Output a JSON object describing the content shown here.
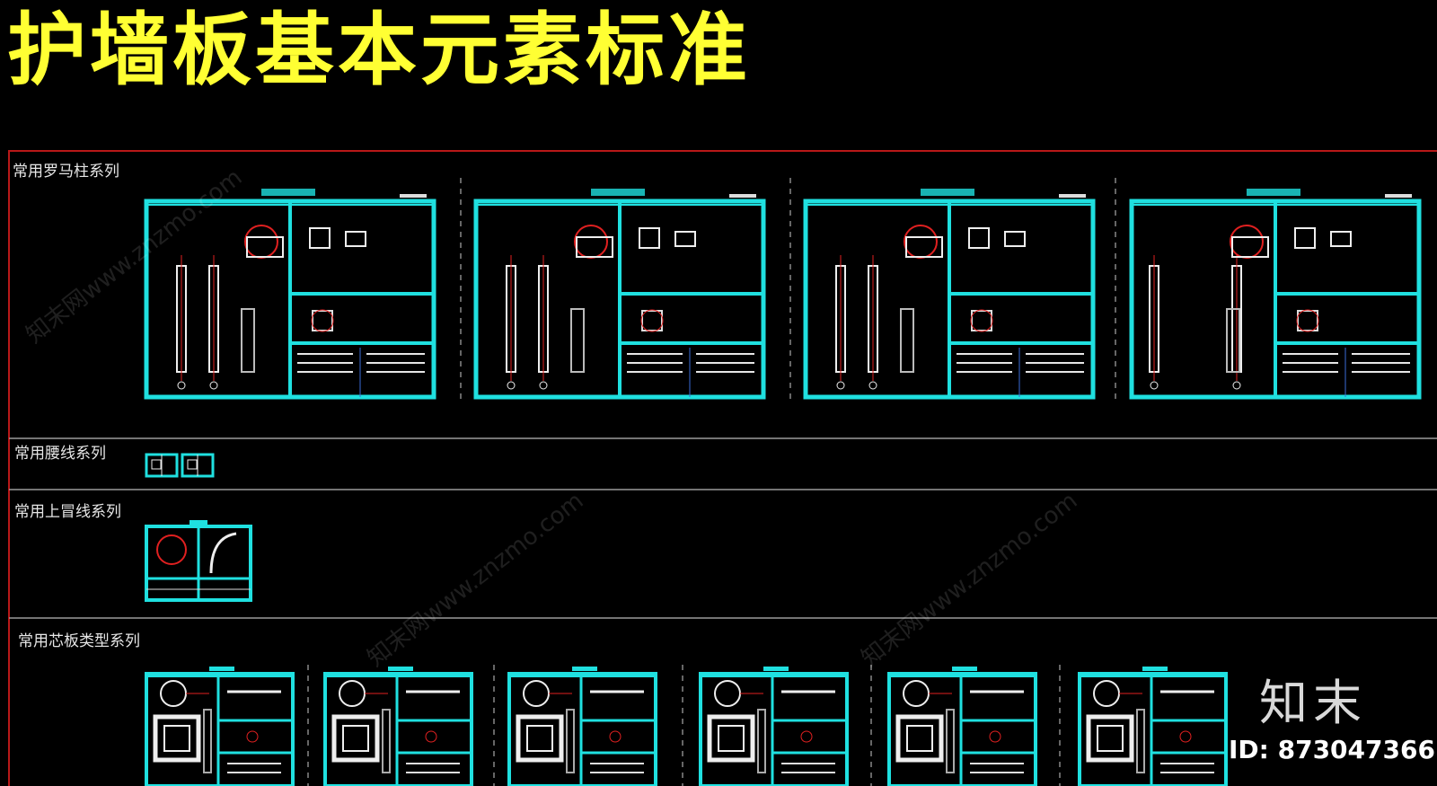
{
  "title": "护墙板基本元素标准",
  "sections": {
    "roman_columns": "常用罗马柱系列",
    "waist_lines": "常用腰线系列",
    "top_cap_lines": "常用上冒线系列",
    "core_panel_types": "常用芯板类型系列"
  },
  "watermark": {
    "logo": "知末",
    "id": "ID: 873047366",
    "site": "知末网www.znzmo.com"
  },
  "colors": {
    "title": "#ffff33",
    "frame": "#1fe0e0",
    "border": "#b81818",
    "detail_red": "#e02020",
    "divider": "#9a9a9a",
    "background": "#000000"
  }
}
